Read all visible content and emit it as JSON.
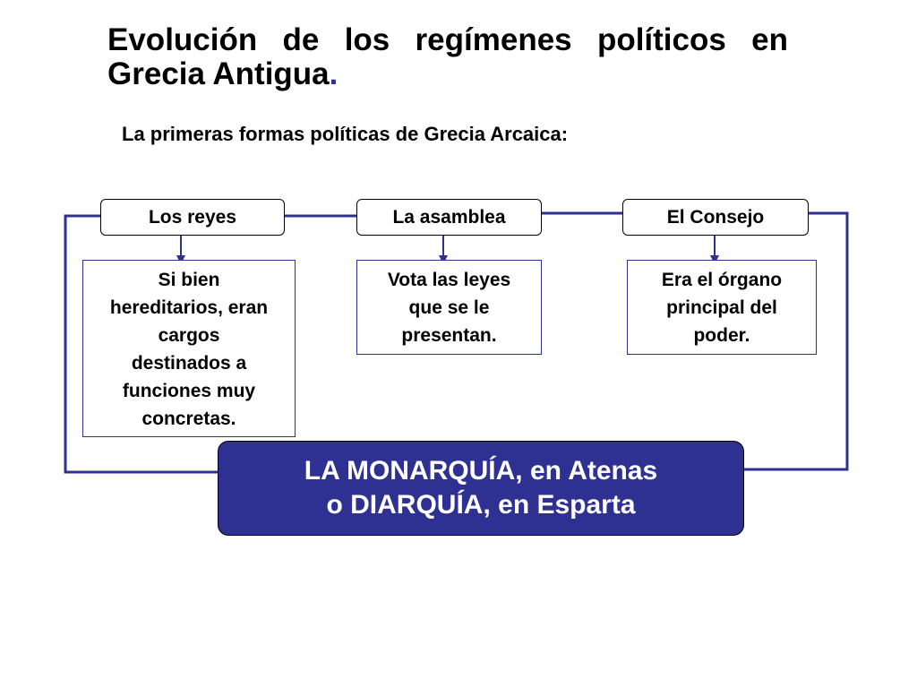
{
  "slide": {
    "title": "Evolución de los regímenes políticos en Grecia Antigua",
    "title_end": ".",
    "subtitle": "La primeras formas políticas de Grecia Arcaica:"
  },
  "institutions": [
    {
      "label": "Los reyes",
      "description": [
        "Si bien",
        "hereditarios, eran",
        "cargos",
        "destinados a",
        "funciones muy",
        "concretas."
      ]
    },
    {
      "label": "La asamblea",
      "description": [
        "Vota las leyes",
        "que se le",
        "presentan."
      ]
    },
    {
      "label": "El Consejo",
      "description": [
        "Era el órgano",
        "principal del",
        "poder."
      ]
    }
  ],
  "result": {
    "line1": "LA MONARQUÍA, en Atenas",
    "line2": "o DIARQUÍA, en Esparta"
  },
  "colors": {
    "accent": "#2e3192",
    "text": "#000000",
    "background": "#ffffff"
  }
}
